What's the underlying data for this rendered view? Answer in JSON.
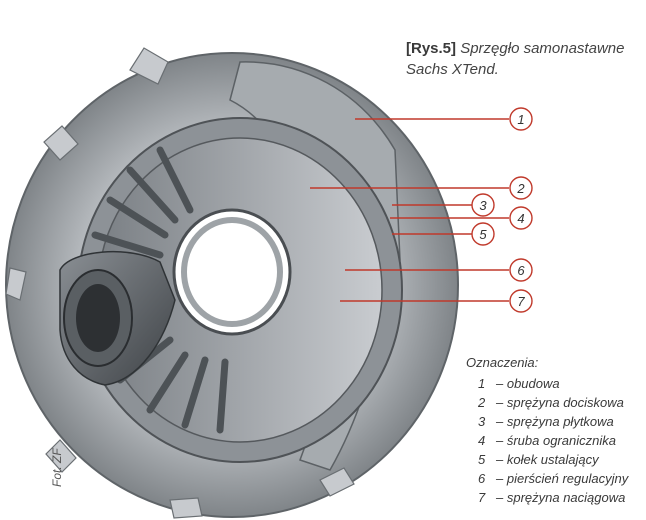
{
  "caption": {
    "tag": "[Rys.5]",
    "text": "Sprzęgło samonastawne Sachs XTend."
  },
  "callouts": [
    "1",
    "2",
    "3",
    "4",
    "5",
    "6",
    "7"
  ],
  "legend": {
    "title": "Oznaczenia:",
    "items": [
      {
        "num": "1",
        "text": "obudowa"
      },
      {
        "num": "2",
        "text": "sprężyna dociskowa"
      },
      {
        "num": "3",
        "text": "sprężyna płytkowa"
      },
      {
        "num": "4",
        "text": "śruba ogranicznika"
      },
      {
        "num": "5",
        "text": "kołek ustalający"
      },
      {
        "num": "6",
        "text": "pierścień regulacyjny"
      },
      {
        "num": "7",
        "text": "sprężyna naciągowa"
      }
    ]
  },
  "credit": "Fot. ZF",
  "colors": {
    "callout": "#c0392b",
    "metal": "#a9adb1"
  }
}
